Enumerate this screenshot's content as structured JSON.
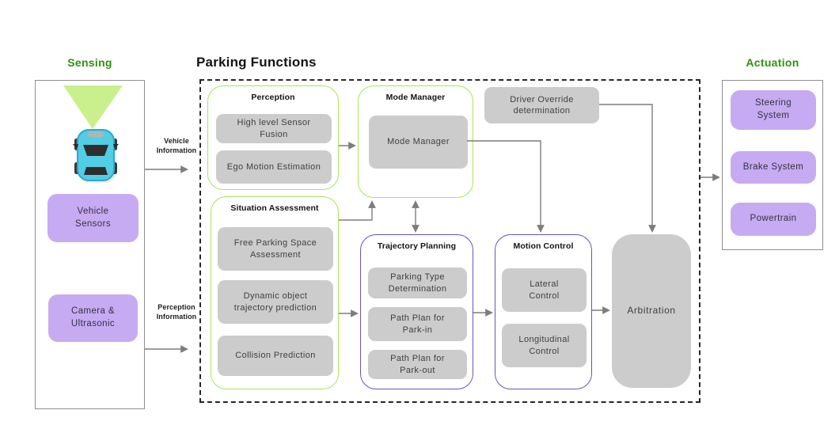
{
  "titles": {
    "sensing": "Sensing",
    "parking": "Parking Functions",
    "actuation": "Actuation"
  },
  "sensing": {
    "vehicle_sensors": "Vehicle\nSensors",
    "camera_ultrasonic": "Camera &\nUltrasonic"
  },
  "flows": {
    "vehicle_information": "Vehicle\nInformation",
    "perception_information": "Perception\nInformation"
  },
  "parking": {
    "perception": {
      "title": "Perception",
      "items": [
        {
          "label": "High level Sensor\nFusion"
        },
        {
          "label": "Ego Motion Estimation"
        }
      ]
    },
    "situation_assessment": {
      "title": "Situation Assessment",
      "items": [
        {
          "label": "Free Parking Space\nAssessment"
        },
        {
          "label": "Dynamic object\ntrajectory prediction"
        },
        {
          "label": "Collision Prediction"
        }
      ]
    },
    "mode_manager": {
      "title": "Mode Manager",
      "box": "Mode Manager"
    },
    "driver_override": "Driver Override\ndetermination",
    "trajectory_planning": {
      "title": "Trajectory Planning",
      "items": [
        {
          "label": "Parking Type\nDetermination"
        },
        {
          "label": "Path Plan for\nPark-in"
        },
        {
          "label": "Path Plan for\nPark-out"
        }
      ]
    },
    "motion_control": {
      "title": "Motion Control",
      "items": [
        {
          "label": "Lateral\nControl"
        },
        {
          "label": "Longitudinal\nControl"
        }
      ]
    },
    "arbitration": "Arbitration"
  },
  "actuation": {
    "items": [
      {
        "label": "Steering\nSystem"
      },
      {
        "label": "Brake System"
      },
      {
        "label": "Powertrain"
      }
    ]
  },
  "colors": {
    "title_green": "#2f930b",
    "container_green": "#aae45c",
    "container_indigo": "#6057c0",
    "box_gray": "#cccccc",
    "box_purple": "#c7abf2",
    "arrow_gray": "#7d7d7d",
    "car_body": "#52cde4",
    "car_outline": "#2fa7c9",
    "sensor_cone": "#c9f08d"
  }
}
